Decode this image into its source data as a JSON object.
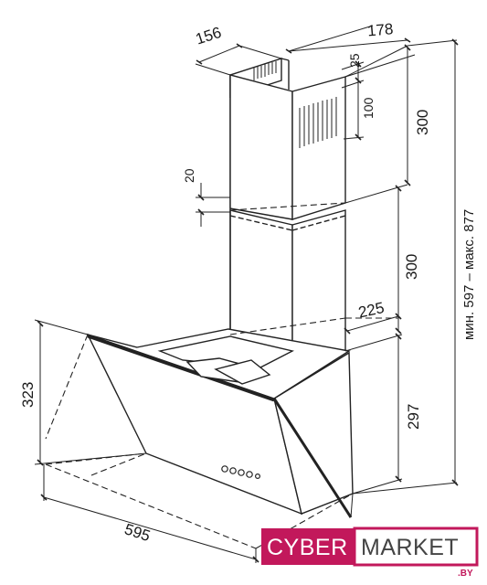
{
  "dimensions": {
    "chimney_depth": "156",
    "chimney_width": "178",
    "vent_offset": "25",
    "vent_height": "100",
    "upper_chimney_height": "300",
    "chimney_gap": "20",
    "lower_chimney_height": "300",
    "chimney_to_back": "225",
    "hood_front_height": "323",
    "hood_back_height": "297",
    "hood_width": "595",
    "total_height_range": "мин. 597 – макс. 877"
  },
  "logo": {
    "part1": "CYBER",
    "part2": "MARKET",
    "suffix": ".BY",
    "color_primary": "#c2185b",
    "color_secondary": "#444444"
  }
}
